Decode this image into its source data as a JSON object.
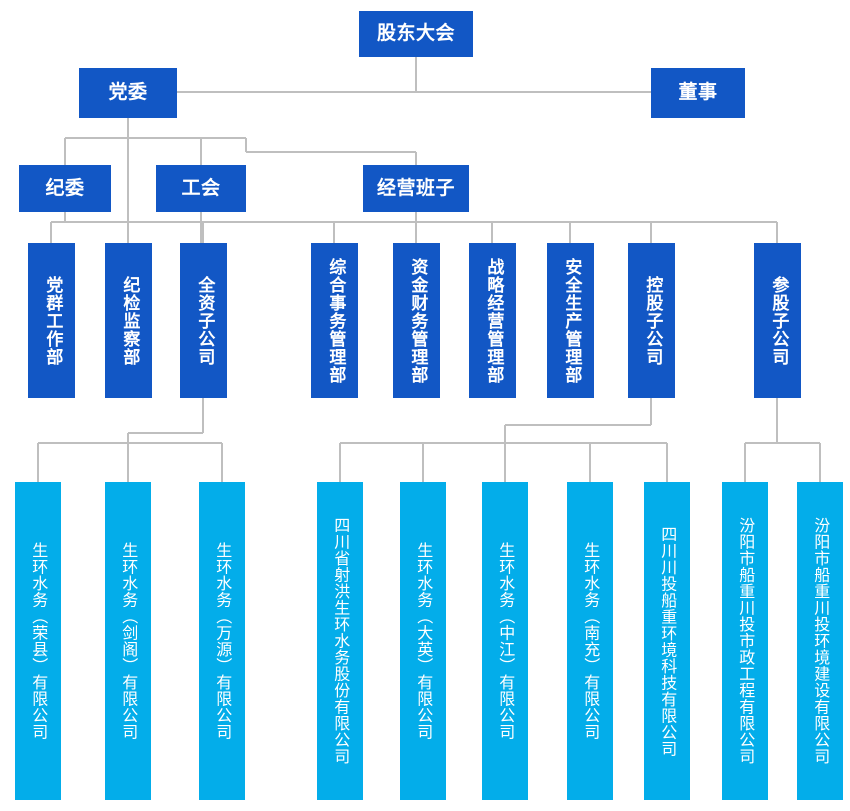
{
  "chart": {
    "title": "",
    "type": "org-chart",
    "colors": {
      "level_dark": "#1257C5",
      "level_light": "#03ADEA",
      "connector": "#BFBFBF",
      "text": "#FFFFFF",
      "background": "#FFFFFF"
    }
  },
  "nodes": {
    "shareholders_meeting": {
      "label": "股东大会"
    },
    "party_committee": {
      "label": "党委"
    },
    "director": {
      "label": "董事"
    },
    "discipline_commission": {
      "label": "纪委"
    },
    "labor_union": {
      "label": "工会"
    },
    "management_team": {
      "label": "经营班子"
    },
    "party_mass_work_dept": {
      "label": "党群工作部"
    },
    "discipline_inspection_dept": {
      "label": "纪检监察部"
    },
    "wholly_owned_subsidiary": {
      "label": "全资子公司"
    },
    "general_affairs_dept": {
      "label": "综合事务管理部"
    },
    "finance_dept": {
      "label": "资金财务管理部"
    },
    "strategy_operations_dept": {
      "label": "战略经营管理部"
    },
    "safety_production_dept": {
      "label": "安全生产管理部"
    },
    "holding_subsidiary": {
      "label": "控股子公司"
    },
    "equity_participation_subsidiary": {
      "label": "参股子公司"
    },
    "sub_rongxian": {
      "label": "生环水务（荣县）有限公司"
    },
    "sub_jiange": {
      "label": "生环水务（剑阁）有限公司"
    },
    "sub_wanyuan": {
      "label": "生环水务（万源）有限公司"
    },
    "sub_shehong": {
      "label": "四川省射洪生环水务股份有限公司"
    },
    "sub_daying": {
      "label": "生环水务（大英）有限公司"
    },
    "sub_zhongjiang": {
      "label": "生环水务（中江）有限公司"
    },
    "sub_nanchong": {
      "label": "生环水务（南充）有限公司"
    },
    "sub_chuantou_env_tech": {
      "label": "四川川投船重环境科技有限公司"
    },
    "sub_fenyang_municipal": {
      "label": "汾阳市船重川投市政工程有限公司"
    },
    "sub_fenyang_env_const": {
      "label": "汾阳市船重川投环境建设有限公司"
    }
  }
}
